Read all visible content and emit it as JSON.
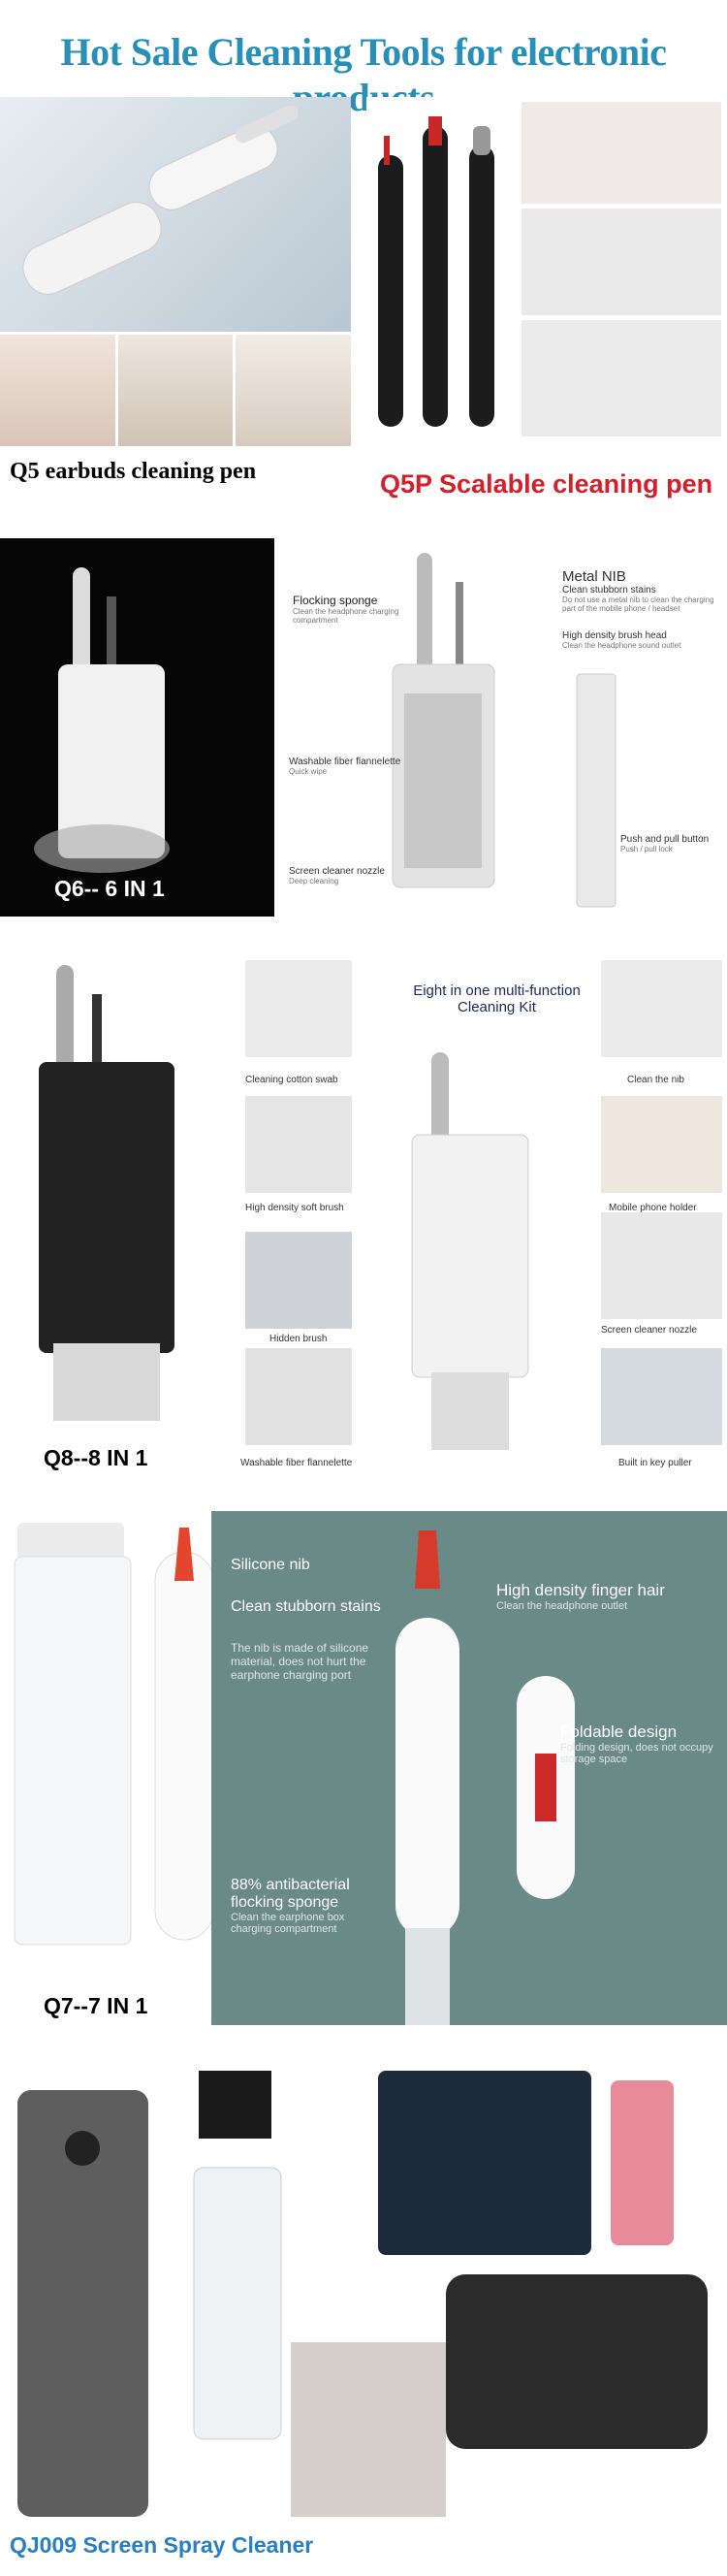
{
  "title": "Hot Sale Cleaning Tools for electronic products",
  "products": {
    "q5": "Q5 earbuds cleaning pen",
    "q5p": "Q5P Scalable cleaning pen",
    "q6": "Q6-- 6 IN 1",
    "q8": "Q8--8 IN 1",
    "q7": "Q7--7 IN 1",
    "qj009": "QJ009 Screen Spray Cleaner"
  },
  "q6_callouts": {
    "flocking": "Flocking sponge",
    "flocking_sub": "Clean the headphone charging compartment",
    "metal": "Metal NIB",
    "metal_sub": "Clean stubborn stains",
    "metal_sub2": "Do not use a metal nib to clean the charging part of the mobile phone / headset",
    "brush": "High density brush head",
    "brush_sub": "Clean the headphone sound outlet",
    "fiber": "Washable fiber flannelette",
    "fiber_sub": "Quick wipe",
    "nozzle": "Screen cleaner nozzle",
    "nozzle_sub": "Deep cleaning",
    "push": "Push and pull button",
    "push_sub": "Push / pull lock"
  },
  "q8_callouts": {
    "heading": "Eight in one multi-function Cleaning Kit",
    "swab": "Cleaning cotton swab",
    "nib": "Clean the nib",
    "soft": "High density soft brush",
    "holder": "Mobile phone holder",
    "hidden": "Hidden brush",
    "nozzle": "Screen cleaner nozzle",
    "fiber": "Washable fiber flannelette",
    "puller": "Built in key puller"
  },
  "q7_callouts": {
    "silicone": "Silicone nib",
    "stubborn": "Clean stubborn stains",
    "silicone_desc": "The nib is made of silicone material, does not hurt the earphone charging port",
    "finger": "High density finger hair",
    "finger_sub": "Clean the headphone outlet",
    "foldable": "Foldable design",
    "foldable_sub": "Folding design, does not occupy storage space",
    "antibac": "88% antibacterial flocking sponge",
    "antibac_sub": "Clean the earphone box charging compartment"
  },
  "colors": {
    "title": "#2a8fb6",
    "red": "#d4202a",
    "teal_panel": "#6a8a87",
    "blue_caption": "#2a7fc0"
  }
}
